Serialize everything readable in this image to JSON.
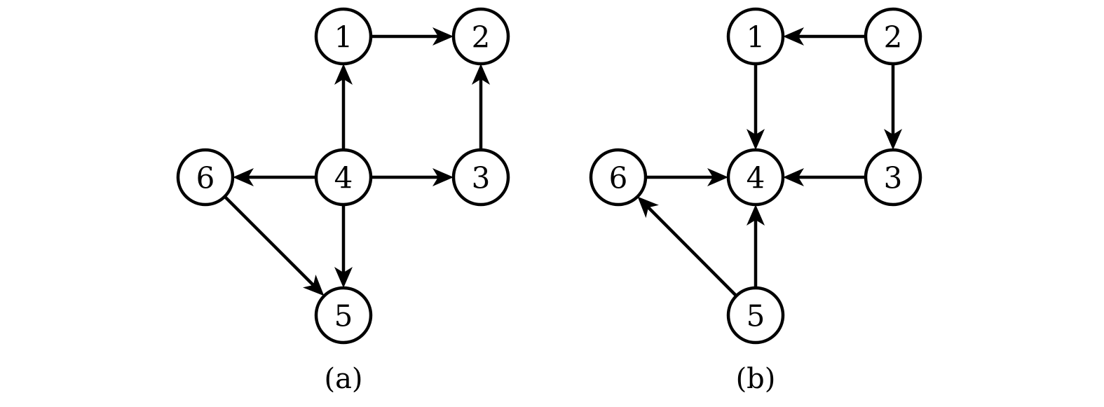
{
  "colors": {
    "stroke": "#000000",
    "background": "#ffffff"
  },
  "graphs": [
    {
      "caption": "(a)",
      "nodes": [
        {
          "id": "1",
          "label": "1"
        },
        {
          "id": "2",
          "label": "2"
        },
        {
          "id": "3",
          "label": "3"
        },
        {
          "id": "4",
          "label": "4"
        },
        {
          "id": "5",
          "label": "5"
        },
        {
          "id": "6",
          "label": "6"
        }
      ],
      "edges": [
        {
          "from": "1",
          "to": "2"
        },
        {
          "from": "4",
          "to": "1"
        },
        {
          "from": "3",
          "to": "2"
        },
        {
          "from": "4",
          "to": "6"
        },
        {
          "from": "4",
          "to": "3"
        },
        {
          "from": "4",
          "to": "5"
        },
        {
          "from": "6",
          "to": "5"
        }
      ]
    },
    {
      "caption": "(b)",
      "nodes": [
        {
          "id": "1",
          "label": "1"
        },
        {
          "id": "2",
          "label": "2"
        },
        {
          "id": "3",
          "label": "3"
        },
        {
          "id": "4",
          "label": "4"
        },
        {
          "id": "5",
          "label": "5"
        },
        {
          "id": "6",
          "label": "6"
        }
      ],
      "edges": [
        {
          "from": "2",
          "to": "1"
        },
        {
          "from": "1",
          "to": "4"
        },
        {
          "from": "2",
          "to": "3"
        },
        {
          "from": "6",
          "to": "4"
        },
        {
          "from": "3",
          "to": "4"
        },
        {
          "from": "5",
          "to": "4"
        },
        {
          "from": "5",
          "to": "6"
        }
      ]
    }
  ]
}
